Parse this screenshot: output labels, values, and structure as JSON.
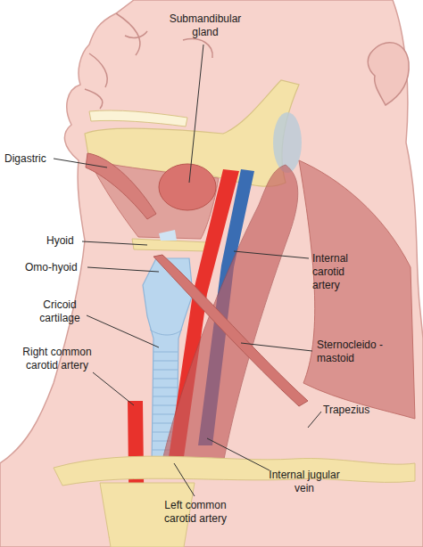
{
  "diagram": {
    "labels": [
      "Submandibular gland",
      "Digastric",
      "Hyoid",
      "Omo-hyoid",
      "Internal carotid artery",
      "Cricoid cartilage",
      "Sternocleido -mastoid",
      "Right common carotid artery",
      "Trapezius",
      "Internal jugular vein",
      "Left common carotid artery"
    ]
  }
}
